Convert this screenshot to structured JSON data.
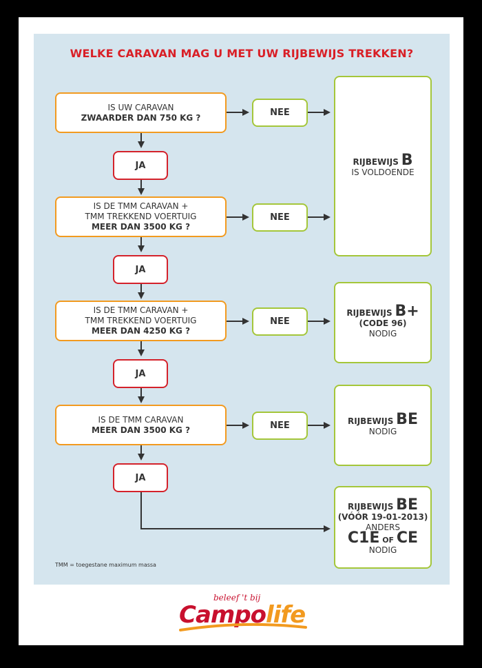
{
  "title": "WELKE CARAVAN MAG U MET UW RIJBEWIJS TREKKEN?",
  "questions": [
    {
      "line1": "IS UW CARAVAN",
      "line2": "",
      "bold": "ZWAARDER DAN 750 KG ?"
    },
    {
      "line1": "IS DE TMM CARAVAN +",
      "line2": "TMM TREKKEND VOERTUIG",
      "bold": "MEER DAN 3500 KG ?"
    },
    {
      "line1": "IS DE TMM CARAVAN +",
      "line2": "TMM TREKKEND VOERTUIG",
      "bold": "MEER DAN 4250 KG ?"
    },
    {
      "line1": "IS DE TMM CARAVAN",
      "line2": "",
      "bold": "MEER DAN 3500 KG ?"
    }
  ],
  "ja_label": "JA",
  "nee_label": "NEE",
  "results": {
    "r1": {
      "prefix": "RIJBEWIJS",
      "cat": "B",
      "line2": "IS VOLDOENDE"
    },
    "r2": {
      "prefix": "RIJBEWIJS",
      "cat": "B+",
      "line2": "(CODE 96)",
      "line3": "NODIG"
    },
    "r3": {
      "prefix": "RIJBEWIJS",
      "cat": "BE",
      "line2": "NODIG"
    },
    "r4": {
      "prefix": "RIJBEWIJS",
      "cat": "BE",
      "line2": "(VÓÓR 19-01-2013)",
      "line3": "ANDERS",
      "alt1": "C1E",
      "of": "OF",
      "alt2": "CE",
      "line4": "NODIG"
    }
  },
  "footnote": "TMM = toegestane maximum massa",
  "logo": {
    "tagline": "beleef 't bij",
    "campo": "Campo",
    "life": "life"
  },
  "colors": {
    "title": "#d91f26",
    "question_border": "#f29a1f",
    "ja_border": "#d4212a",
    "nee_border": "#a4c639",
    "panel": "#d5e5ee"
  }
}
